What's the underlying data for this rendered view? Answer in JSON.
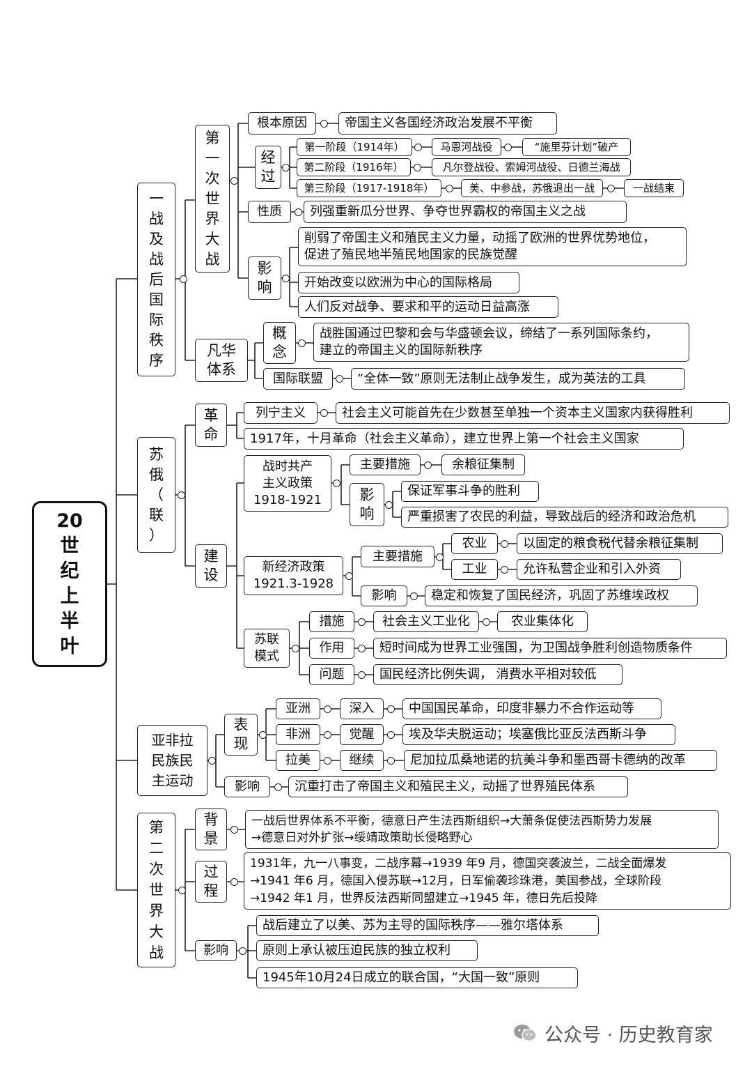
{
  "root": {
    "title": "20\n世\n纪\n上\n半\n叶"
  },
  "sections": {
    "ww1": {
      "title": "一\n战\n及\n战\n后\n国\n际\n秩\n序",
      "war": {
        "title": "第\n一\n次\n世\n界\n大\n战",
        "cause_label": "根本原因",
        "cause_text": "帝国主义各国经济政治发展不平衡",
        "process_label": "经\n过",
        "stages": [
          {
            "label": "第一阶段（1914年）",
            "event": "马恩河战役",
            "result": "“施里芬计划”破产"
          },
          {
            "label": "第二阶段（1916年）",
            "event": "凡尔登战役、索姆河战役、日德兰海战",
            "result": ""
          },
          {
            "label": "第三阶段（1917-1918年）",
            "event": "美、中参战，苏俄退出一战",
            "result": "一战结束"
          }
        ],
        "nature_label": "性质",
        "nature_text": "列强重新瓜分世界、争夺世界霸权的帝国主义之战",
        "impact_label": "影\n响",
        "impacts": [
          "削弱了帝国主义和殖民主义力量，动摇了欧洲的世界优势地位，\n促进了殖民地半殖民地国家的民族觉醒",
          "开始改变以欧洲为中心的国际格局",
          "人们反对战争、要求和平的运动日益高涨"
        ]
      },
      "system": {
        "title": "凡华\n体系",
        "concept_label": "概\n念",
        "concept_text": "战胜国通过巴黎和会与华盛顿会议，缔结了一系列国际条约，\n建立的帝国主义的国际新秩序",
        "league_label": "国际联盟",
        "league_text": "“全体一致”原则无法制止战争发生，成为英法的工具"
      }
    },
    "soviet": {
      "title": "苏\n俄\n（\n联\n）",
      "revolution": {
        "label": "革\n命",
        "leninism_label": "列宁主义",
        "leninism_text": "社会主义可能首先在少数甚至单独一个资本主义国家内获得胜利",
        "october_text": "1917年，十月革命（社会主义革命），建立世界上第一个社会主义国家"
      },
      "construction": {
        "label": "建\n设",
        "war_communism": {
          "label": "战时共产\n主义政策\n1918-1921",
          "measure_label": "主要措施",
          "measure_text": "余粮征集制",
          "impact_label": "影\n响",
          "impacts": [
            "保证军事斗争的胜利",
            "严重损害了农民的利益，导致战后的经济和政治危机"
          ]
        },
        "nep": {
          "label": "新经济政策\n1921.3-1928",
          "measure_label": "主要措施",
          "agri_label": "农业",
          "agri_text": "以固定的粮食税代替余粮征集制",
          "industry_label": "工业",
          "industry_text": "允许私营企业和引入外资",
          "impact_label": "影响",
          "impact_text": "稳定和恢复了国民经济，巩固了苏维埃政权"
        },
        "model": {
          "label": "苏联\n模式",
          "measure_label": "措施",
          "measure_text": "社会主义工业化",
          "measure_text2": "农业集体化",
          "role_label": "作用",
          "role_text": "短时间成为世界工业强国，为卫国战争胜利创造物质条件",
          "problem_label": "问题",
          "problem_text": "国民经济比例失调，  消费水平相对较低"
        }
      }
    },
    "afro": {
      "title": "亚非拉\n民族民\n主运动",
      "perf_label": "表\n现",
      "regions": [
        {
          "label": "亚洲",
          "trait": "深入",
          "text": "中国国民革命，印度非暴力不合作运动等"
        },
        {
          "label": "非洲",
          "trait": "觉醒",
          "text": "埃及华夫脱运动；埃塞俄比亚反法西斯斗争"
        },
        {
          "label": "拉美",
          "trait": "继续",
          "text": "尼加拉瓜桑地诺的抗美斗争和墨西哥卡德纳的改革"
        }
      ],
      "impact_label": "影响",
      "impact_text": "沉重打击了帝国主义和殖民主义，动摇了世界殖民体系"
    },
    "ww2": {
      "title": "第\n二\n次\n世\n界\n大\n战",
      "bg_label": "背\n景",
      "bg_text": "一战后世界体系不平衡，德意日产生法西斯组织→大萧条促使法西斯势力发展\n→德意日对外扩张→绥靖政策助长侵略野心",
      "process_label": "过\n程",
      "process_text": "1931年，九一八事变，二战序幕→1939 年9 月，德国突袭波兰，二战全面爆发\n→1941 年6 月，德国入侵苏联→12月，日军偷袭珍珠港，美国参战，全球阶段\n→1942 年1 月，世界反法西斯同盟建立→1945 年，德日先后投降",
      "impact_label": "影响",
      "impacts": [
        "战后建立了以美、苏为主导的国际秩序——雅尔塔体系",
        "原则上承认被压迫民族的独立权利",
        "1945年10月24日成立的联合国，“大国一致”原则"
      ]
    }
  },
  "watermark": {
    "text": "公众号 · 历史教育家",
    "icon": "wechat-icon"
  }
}
